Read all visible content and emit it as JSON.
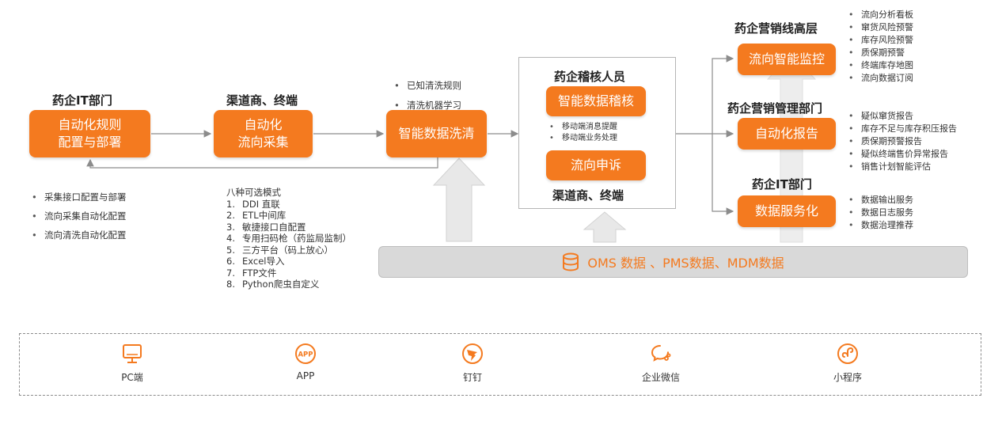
{
  "colors": {
    "accent": "#f47a1f",
    "gray_arrow": "#e6e6e6",
    "db_bar": "#d9d9d9"
  },
  "col1": {
    "title": "药企IT部门",
    "box_line1": "自动化规则",
    "box_line2": "配置与部署",
    "bullets": [
      "采集接口配置与部署",
      "流向采集自动化配置",
      "流向清洗自动化配置"
    ]
  },
  "col2": {
    "title": "渠道商、终端",
    "box_line1": "自动化",
    "box_line2": "流向采集",
    "modes_title": "八种可选模式",
    "modes": [
      {
        "num": "1.",
        "text": "DDI 直联"
      },
      {
        "num": "2.",
        "text": "ETL中间库"
      },
      {
        "num": "3.",
        "text": "敏捷接口自配置"
      },
      {
        "num": "4.",
        "text": "专用扫码枪（药监局监制）"
      },
      {
        "num": "5.",
        "text": "三方平台（码上放心）"
      },
      {
        "num": "6.",
        "text": "Excel导入"
      },
      {
        "num": "7.",
        "text": "FTP文件"
      },
      {
        "num": "8.",
        "text": "Python爬虫自定义"
      }
    ]
  },
  "col3": {
    "bullets": [
      "已知清洗规则",
      "清洗机器学习"
    ],
    "box": "智能数据洗清"
  },
  "col4": {
    "title_top": "药企稽核人员",
    "box_top": "智能数据稽核",
    "bullets": [
      "移动端消息提醒",
      "移动端业务处理"
    ],
    "box_bottom": "流向申诉",
    "title_bottom": "渠道商、终端"
  },
  "right": {
    "group1": {
      "title": "药企营销线高层",
      "box": "流向智能监控",
      "bullets": [
        "流向分析看板",
        "窜货风险预警",
        "库存风险预警",
        "质保期预警",
        "终端库存地图",
        "流向数据订阅"
      ]
    },
    "group2": {
      "title": "药企营销管理部门",
      "box": "自动化报告",
      "bullets": [
        "疑似窜货报告",
        "库存不足与库存积压报告",
        "质保期预警报告",
        "疑似终端售价异常报告",
        "销售计划智能评估"
      ]
    },
    "group3": {
      "title": "药企IT部门",
      "box": "数据服务化",
      "bullets": [
        "数据输出服务",
        "数据日志服务",
        "数据治理推荐"
      ]
    }
  },
  "db_bar": {
    "label": "OMS 数据 、PMS数据、MDM数据",
    "icon": "database-icon"
  },
  "footer": {
    "items": [
      {
        "label": "PC端",
        "icon": "monitor-icon"
      },
      {
        "label": "APP",
        "icon": "app-icon"
      },
      {
        "label": "钉钉",
        "icon": "dingtalk-icon"
      },
      {
        "label": "企业微信",
        "icon": "wecom-icon"
      },
      {
        "label": "小程序",
        "icon": "miniprogram-icon"
      }
    ]
  }
}
